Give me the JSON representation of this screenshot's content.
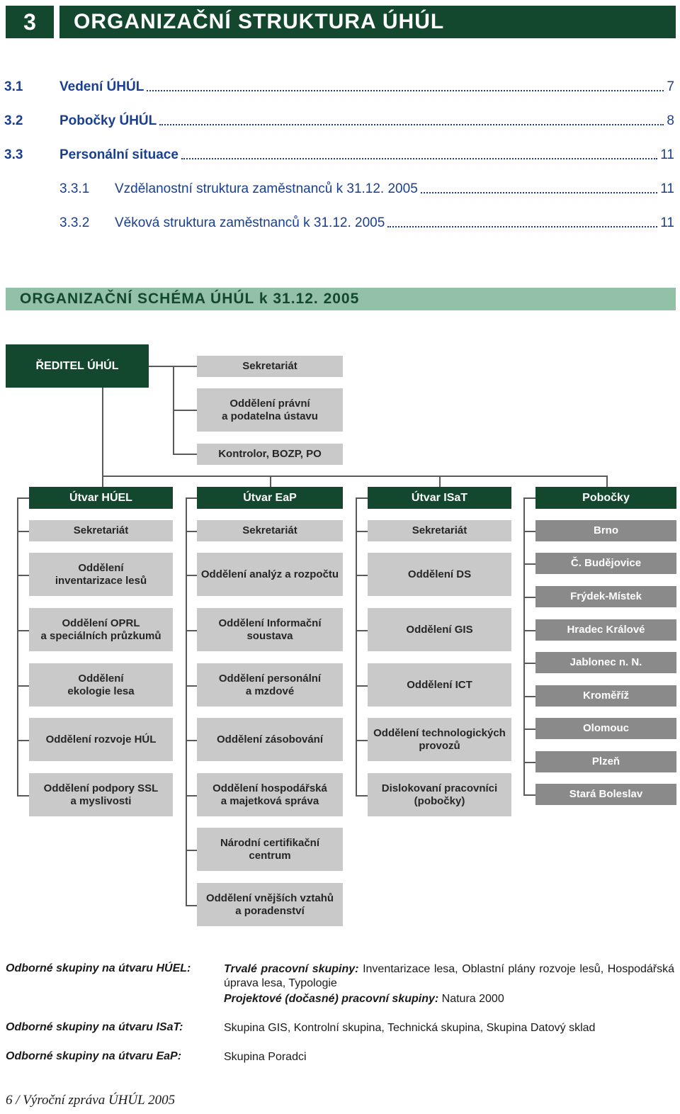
{
  "header": {
    "number": "3",
    "title": "ORGANIZAČNÍ STRUKTURA ÚHÚL"
  },
  "toc": [
    {
      "num": "3.1",
      "title": "Vedení ÚHÚL",
      "page": "7",
      "level": 1
    },
    {
      "num": "3.2",
      "title": "Pobočky ÚHÚL",
      "page": "8",
      "level": 1
    },
    {
      "num": "3.3",
      "title": "Personální situace",
      "page": "11",
      "level": 1
    },
    {
      "num": "3.3.1",
      "title": "Vzdělanostní struktura zaměstnanců k 31.12. 2005",
      "page": "11",
      "level": 2
    },
    {
      "num": "3.3.2",
      "title": "Věková struktura zaměstnanců k 31.12. 2005",
      "page": "11",
      "level": 2
    }
  ],
  "schema_title": "ORGANIZAČNÍ SCHÉMA ÚHÚL k 31.12. 2005",
  "org": {
    "director": "ŘEDITEL ÚHÚL",
    "director_units": [
      "Sekretariát",
      "Oddělení právní\na podatelna ústavu",
      "Kontrolor, BOZP, PO"
    ],
    "columns": [
      {
        "head": "Útvar HÚEL",
        "items": [
          "Sekretariát",
          "Oddělení\ninventarizace lesů",
          "Oddělení OPRL\na speciálních průzkumů",
          "Oddělení\nekologie lesa",
          "Oddělení rozvoje HÚL",
          "Oddělení podpory SSL\na myslivosti"
        ]
      },
      {
        "head": "Útvar EaP",
        "items": [
          "Sekretariát",
          "Oddělení analýz a rozpočtu",
          "Oddělení Informační\nsoustava",
          "Oddělení personální\na mzdové",
          "Oddělení zásobování",
          "Oddělení hospodářská\na majetková správa",
          "Národní certifikační centrum",
          "Oddělení vnějších vztahů\na poradenství"
        ]
      },
      {
        "head": "Útvar ISaT",
        "items": [
          "Sekretariát",
          "Oddělení DS",
          "Oddělení GIS",
          "Oddělení ICT",
          "Oddělení technologických\nprovozů",
          "Dislokovaní pracovníci\n(pobočky)"
        ]
      },
      {
        "head": "Pobočky",
        "items": [
          "Brno",
          "Č. Budějovice",
          "Frýdek-Místek",
          "Hradec Králové",
          "Jablonec n. N.",
          "Kroměříž",
          "Olomouc",
          "Plzeň",
          "Stará Boleslav"
        ]
      }
    ]
  },
  "notes": [
    {
      "label": "Odborné skupiny na útvaru HÚEL:",
      "parts": [
        {
          "bold": "Trvalé pracovní skupiny:",
          "text": " Inventarizace lesa, Oblastní plány rozvoje lesů, Hospodářská úprava lesa, Typologie"
        },
        {
          "bold": "Projektové (dočasné) pracovní skupiny:",
          "text": " Natura 2000"
        }
      ]
    },
    {
      "label": "Odborné skupiny na útvaru ISaT:",
      "parts": [
        {
          "bold": "",
          "text": "Skupina GIS, Kontrolní skupina, Technická skupina, Skupina Datový sklad"
        }
      ]
    },
    {
      "label": "Odborné skupiny na útvaru EaP:",
      "parts": [
        {
          "bold": "",
          "text": "Skupina Poradci"
        }
      ]
    }
  ],
  "footer": "6 / Výroční zpráva ÚHÚL 2005",
  "colors": {
    "dark_green": "#13472e",
    "light_green": "#93c1a8",
    "box_grey": "#c9c9c9",
    "toc_blue": "#1b3f8f"
  }
}
